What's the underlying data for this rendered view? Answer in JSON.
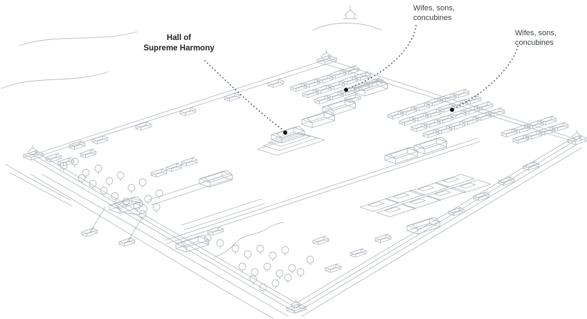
{
  "style": {
    "background": "#ffffff",
    "line_color": "#b4bac0",
    "leader_color": "#4a4e53",
    "dot_color": "#111111",
    "label_color": "#3c4043",
    "label_bold_color": "#1f1f1f"
  },
  "illustration": {
    "name": "forbidden-city-aerial-line-drawing"
  },
  "annotations": {
    "hall": {
      "line1": "Hall of",
      "line2": "Supreme Harmony"
    },
    "wives1": {
      "line1": "Wifes, sons,",
      "line2": "concubines"
    },
    "wives2": {
      "line1": "Wifes, sons,",
      "line2": "concubines"
    }
  }
}
